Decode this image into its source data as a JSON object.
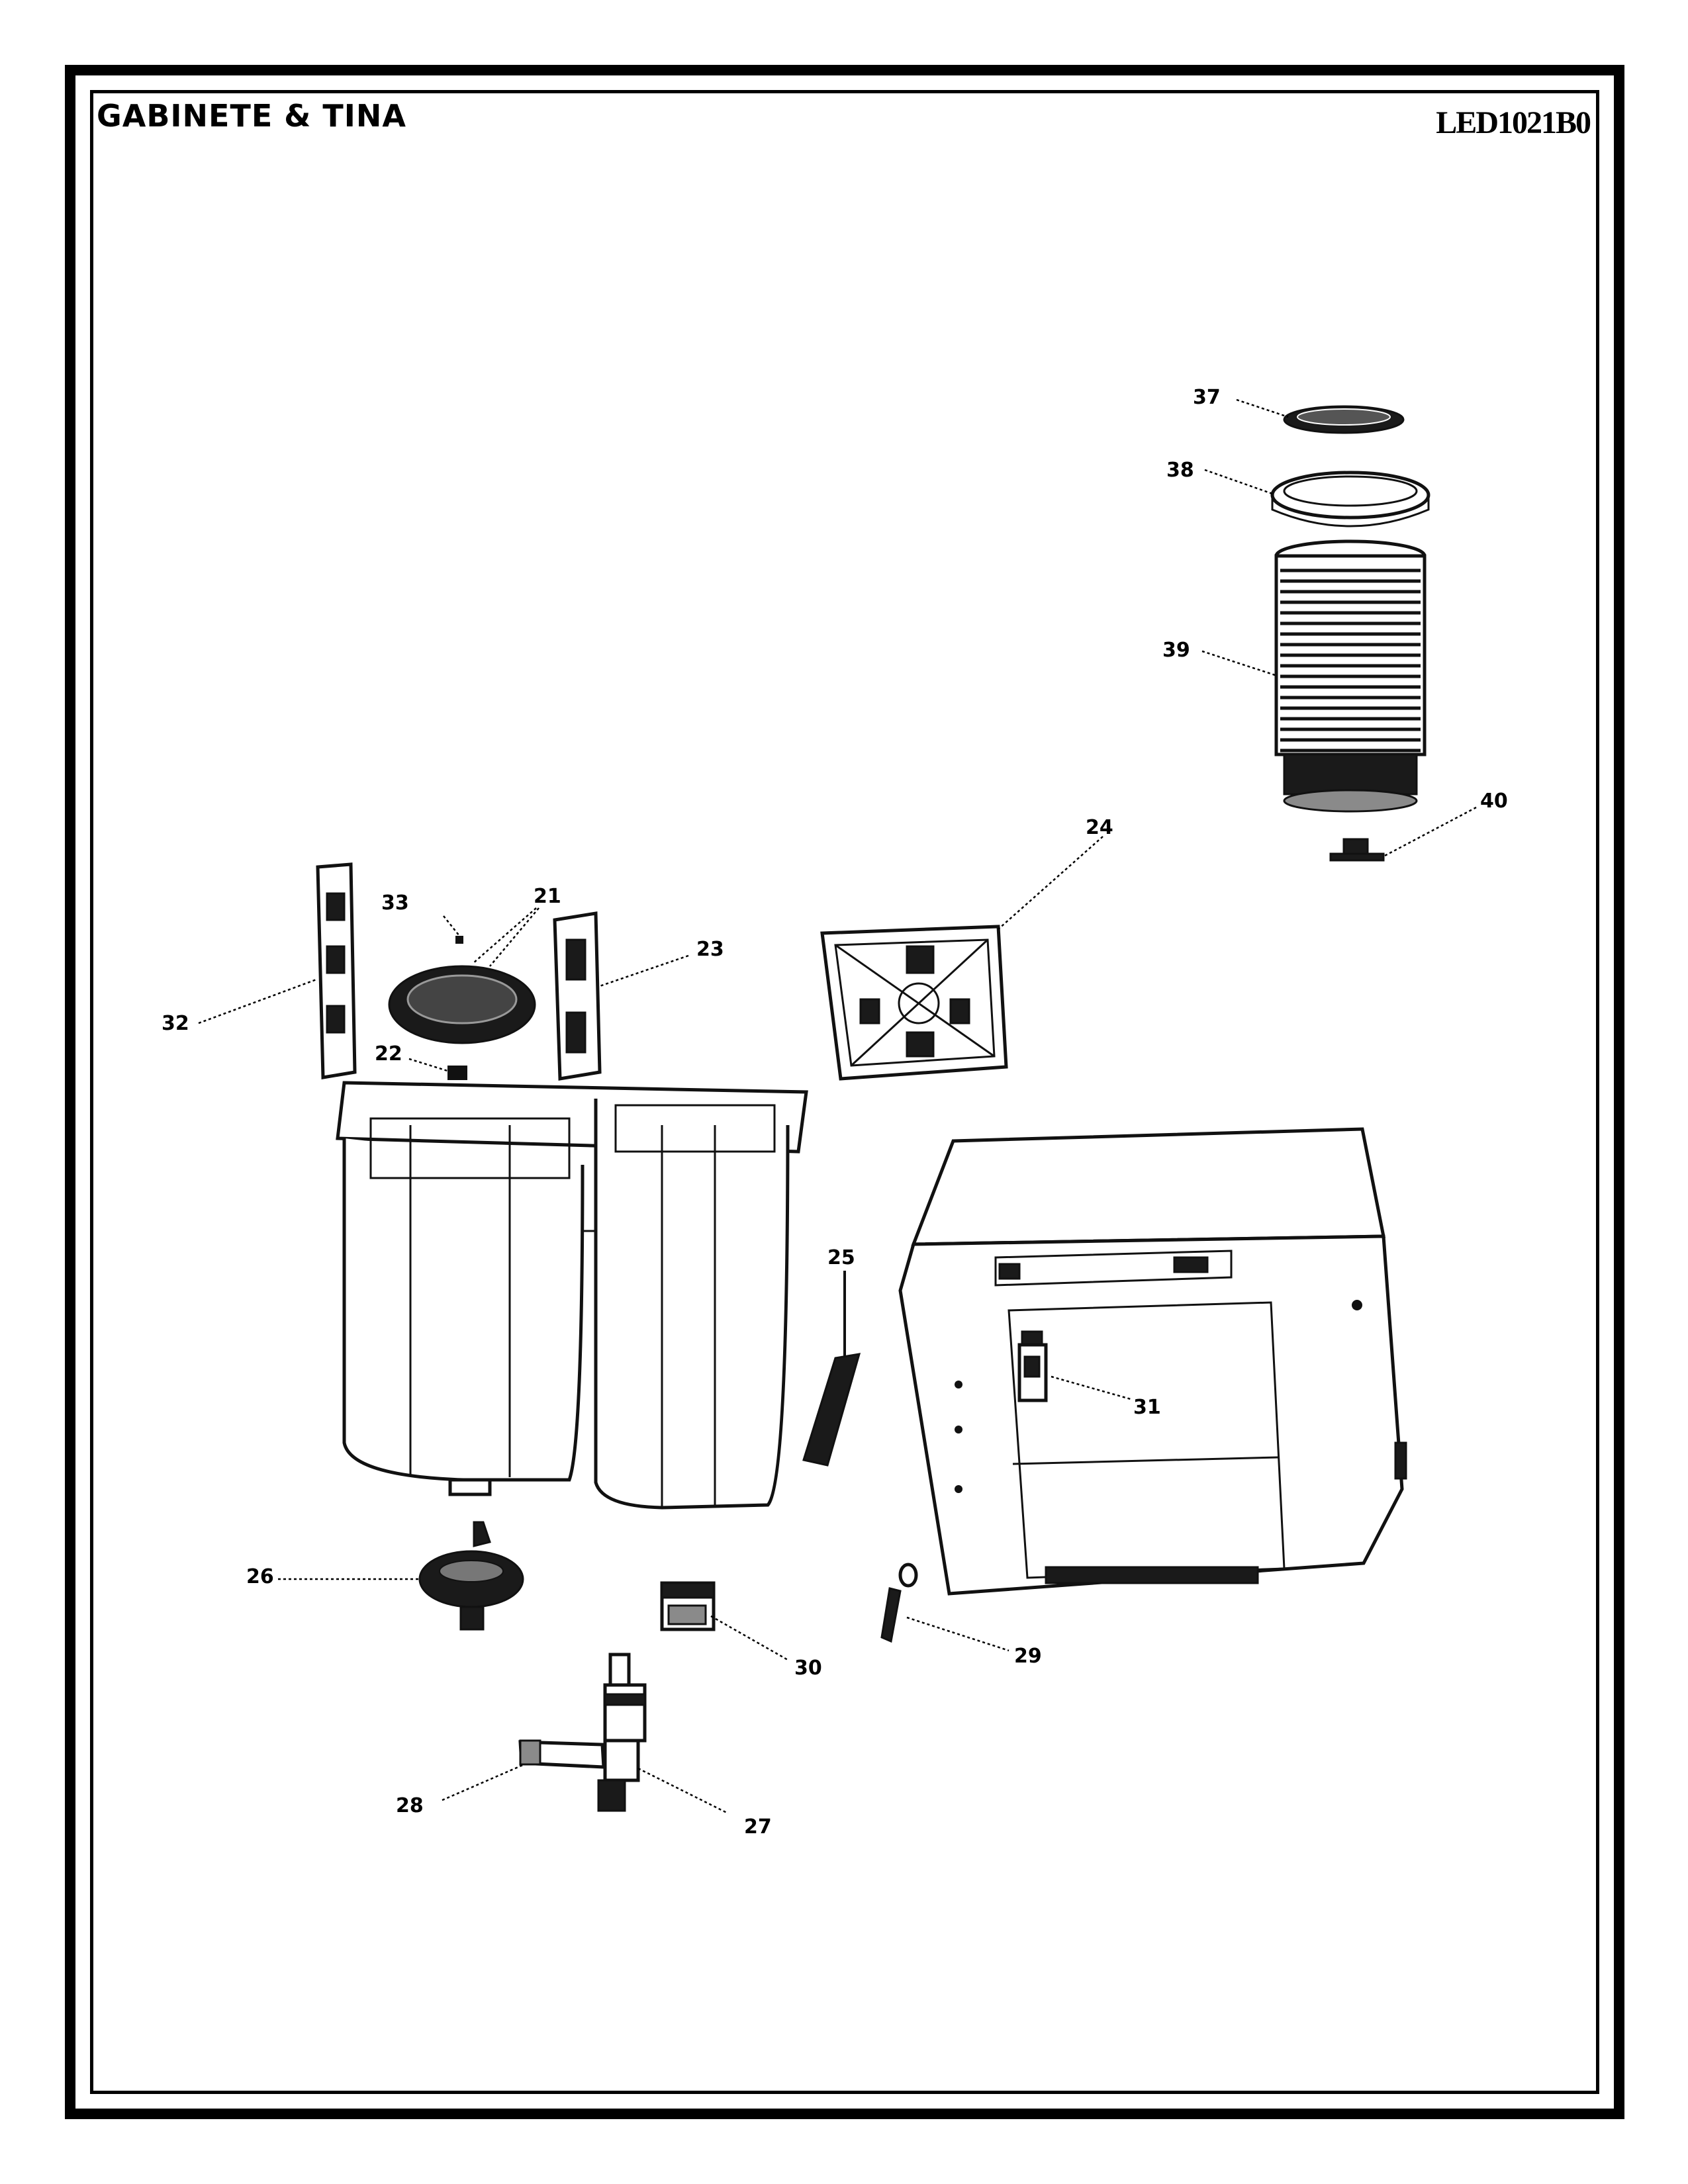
{
  "header": {
    "section_title": "GABINETE & TINA",
    "model_code": "LED1021B0"
  },
  "callouts": {
    "c37": "37",
    "c38": "38",
    "c39": "39",
    "c40": "40",
    "c24": "24",
    "c33": "33",
    "c21": "21",
    "c23": "23",
    "c32": "32",
    "c22": "22",
    "c25": "25",
    "c31": "31",
    "c26": "26",
    "c30": "30",
    "c29": "29",
    "c28": "28",
    "c27": "27"
  }
}
